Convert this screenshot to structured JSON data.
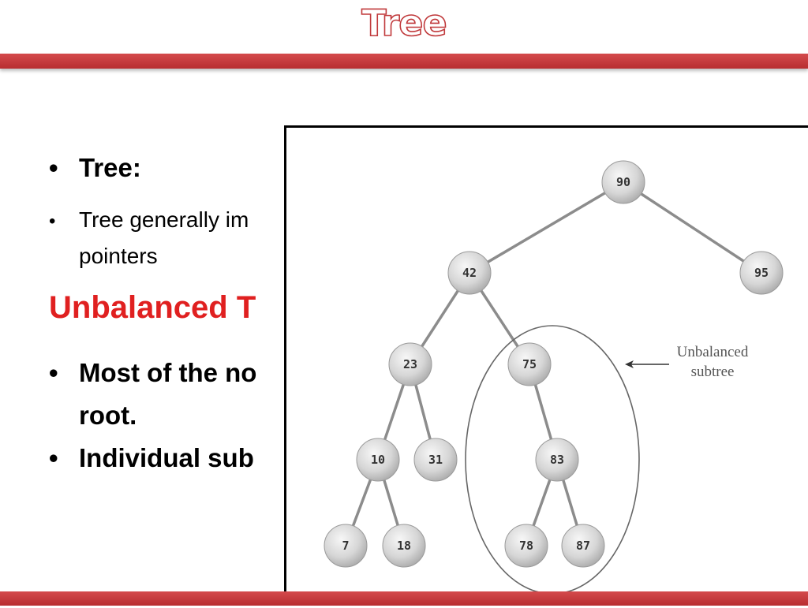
{
  "slide": {
    "title": "Tree",
    "bullet_tree_label": "Tree:",
    "bullet_generally_line1": "Tree generally im",
    "bullet_generally_line2": "pointers",
    "heading": "Unbalanced T",
    "bullet_most_line1": "Most of the no",
    "bullet_most_line2": "root.",
    "bullet_individual": "Individual sub"
  },
  "diagram": {
    "nodes": [
      "90",
      "42",
      "95",
      "23",
      "75",
      "10",
      "31",
      "83",
      "7",
      "18",
      "78",
      "87"
    ],
    "annotation_line1": "Unbalanced",
    "annotation_line2": "subtree"
  },
  "colors": {
    "accent_red": "#c0393b",
    "heading_red": "#e02020",
    "node_fill": "#d9d9d9"
  }
}
